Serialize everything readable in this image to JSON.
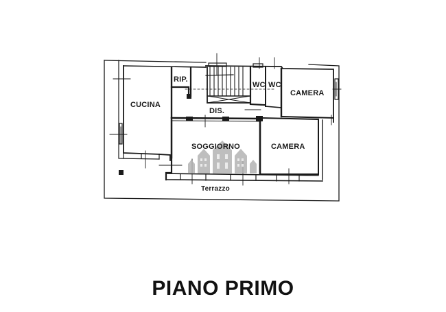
{
  "plan": {
    "title": "PIANO PRIMO",
    "rooms": [
      {
        "id": "cucina",
        "label": "CUCINA"
      },
      {
        "id": "rip",
        "label": "RIP."
      },
      {
        "id": "wc1",
        "label": "WC"
      },
      {
        "id": "wc2",
        "label": "WC"
      },
      {
        "id": "camera1",
        "label": "CAMERA"
      },
      {
        "id": "dis",
        "label": "DIS."
      },
      {
        "id": "soggiorno",
        "label": "SOGGIORNO"
      },
      {
        "id": "camera2",
        "label": "CAMERA"
      },
      {
        "id": "terrazzo",
        "label": "Terrazzo"
      }
    ],
    "colors": {
      "wall": "#1a1a1a",
      "watermark": "#b3b3b3",
      "background": "#ffffff"
    },
    "watermark_icon": "buildings-logo-icon"
  }
}
